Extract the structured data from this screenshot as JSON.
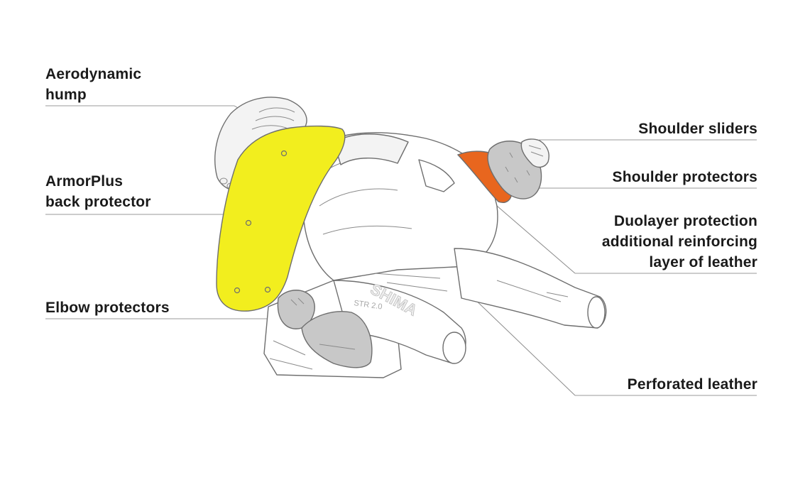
{
  "labels": {
    "aerodynamic_hump": [
      "Aerodynamic",
      "hump"
    ],
    "back_protector": [
      "ArmorPlus",
      "back protector"
    ],
    "elbow_protectors": [
      "Elbow protectors"
    ],
    "shoulder_sliders": [
      "Shoulder sliders"
    ],
    "shoulder_protectors": [
      "Shoulder protectors"
    ],
    "duolayer": [
      "Duolayer protection",
      "additional reinforcing",
      "layer of leather"
    ],
    "perforated_leather": [
      "Perforated leather"
    ]
  },
  "suit_print": {
    "brand": "SHIMA",
    "model": "STR 2.0"
  },
  "colors": {
    "back_protector": "#f2ee1e",
    "shoulder_protector": "#e8661e",
    "pads": "#c8c8c8",
    "outline": "#6e6e6e",
    "text": "#1a1a1a",
    "leader_lines": "#8c8c8c"
  },
  "icons": {
    "hump": "aerodynamic-hump-icon",
    "back": "back-protector-icon",
    "elbow": "elbow-protector-icon",
    "shoulder_slider": "shoulder-slider-icon",
    "shoulder_protector": "shoulder-protector-icon"
  }
}
